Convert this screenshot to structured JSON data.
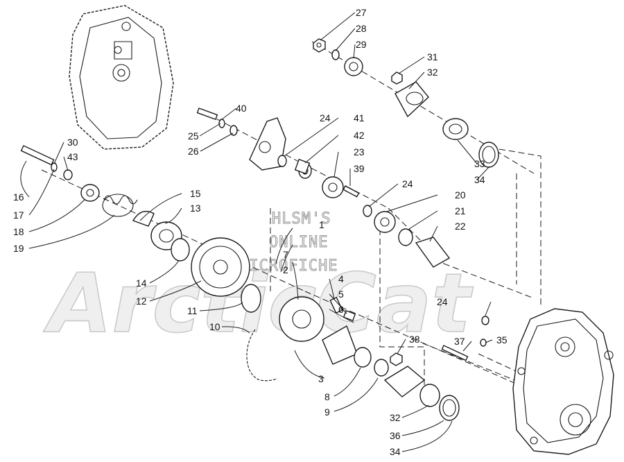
{
  "watermark": {
    "line1": "HLSM'S",
    "line2": "ONLINE",
    "line3": "MICROFICHE",
    "logo": "ArcticCat"
  },
  "callouts": [
    {
      "key": "n1",
      "label": "1"
    },
    {
      "key": "n2",
      "label": "2"
    },
    {
      "key": "n3",
      "label": "3"
    },
    {
      "key": "n4",
      "label": "4"
    },
    {
      "key": "n5",
      "label": "5"
    },
    {
      "key": "n6",
      "label": "6"
    },
    {
      "key": "n7",
      "label": "7"
    },
    {
      "key": "n8",
      "label": "8"
    },
    {
      "key": "n9",
      "label": "9"
    },
    {
      "key": "n10",
      "label": "10"
    },
    {
      "key": "n11",
      "label": "11"
    },
    {
      "key": "n12",
      "label": "12"
    },
    {
      "key": "n13",
      "label": "13"
    },
    {
      "key": "n14",
      "label": "14"
    },
    {
      "key": "n15",
      "label": "15"
    },
    {
      "key": "n16",
      "label": "16"
    },
    {
      "key": "n17",
      "label": "17"
    },
    {
      "key": "n18",
      "label": "18"
    },
    {
      "key": "n19",
      "label": "19"
    },
    {
      "key": "n20",
      "label": "20"
    },
    {
      "key": "n21",
      "label": "21"
    },
    {
      "key": "n22",
      "label": "22"
    },
    {
      "key": "n23",
      "label": "23"
    },
    {
      "key": "n24a",
      "label": "24"
    },
    {
      "key": "n24b",
      "label": "24"
    },
    {
      "key": "n24c",
      "label": "24"
    },
    {
      "key": "n25",
      "label": "25"
    },
    {
      "key": "n26",
      "label": "26"
    },
    {
      "key": "n27",
      "label": "27"
    },
    {
      "key": "n28",
      "label": "28"
    },
    {
      "key": "n29",
      "label": "29"
    },
    {
      "key": "n30",
      "label": "30"
    },
    {
      "key": "n31",
      "label": "31"
    },
    {
      "key": "n32a",
      "label": "32"
    },
    {
      "key": "n32b",
      "label": "32"
    },
    {
      "key": "n33",
      "label": "33"
    },
    {
      "key": "n34a",
      "label": "34"
    },
    {
      "key": "n34b",
      "label": "34"
    },
    {
      "key": "n35",
      "label": "35"
    },
    {
      "key": "n36",
      "label": "36"
    },
    {
      "key": "n37",
      "label": "37"
    },
    {
      "key": "n38",
      "label": "38"
    },
    {
      "key": "n39",
      "label": "39"
    },
    {
      "key": "n40",
      "label": "40"
    },
    {
      "key": "n41",
      "label": "41"
    },
    {
      "key": "n42",
      "label": "42"
    },
    {
      "key": "n43",
      "label": "43"
    }
  ]
}
